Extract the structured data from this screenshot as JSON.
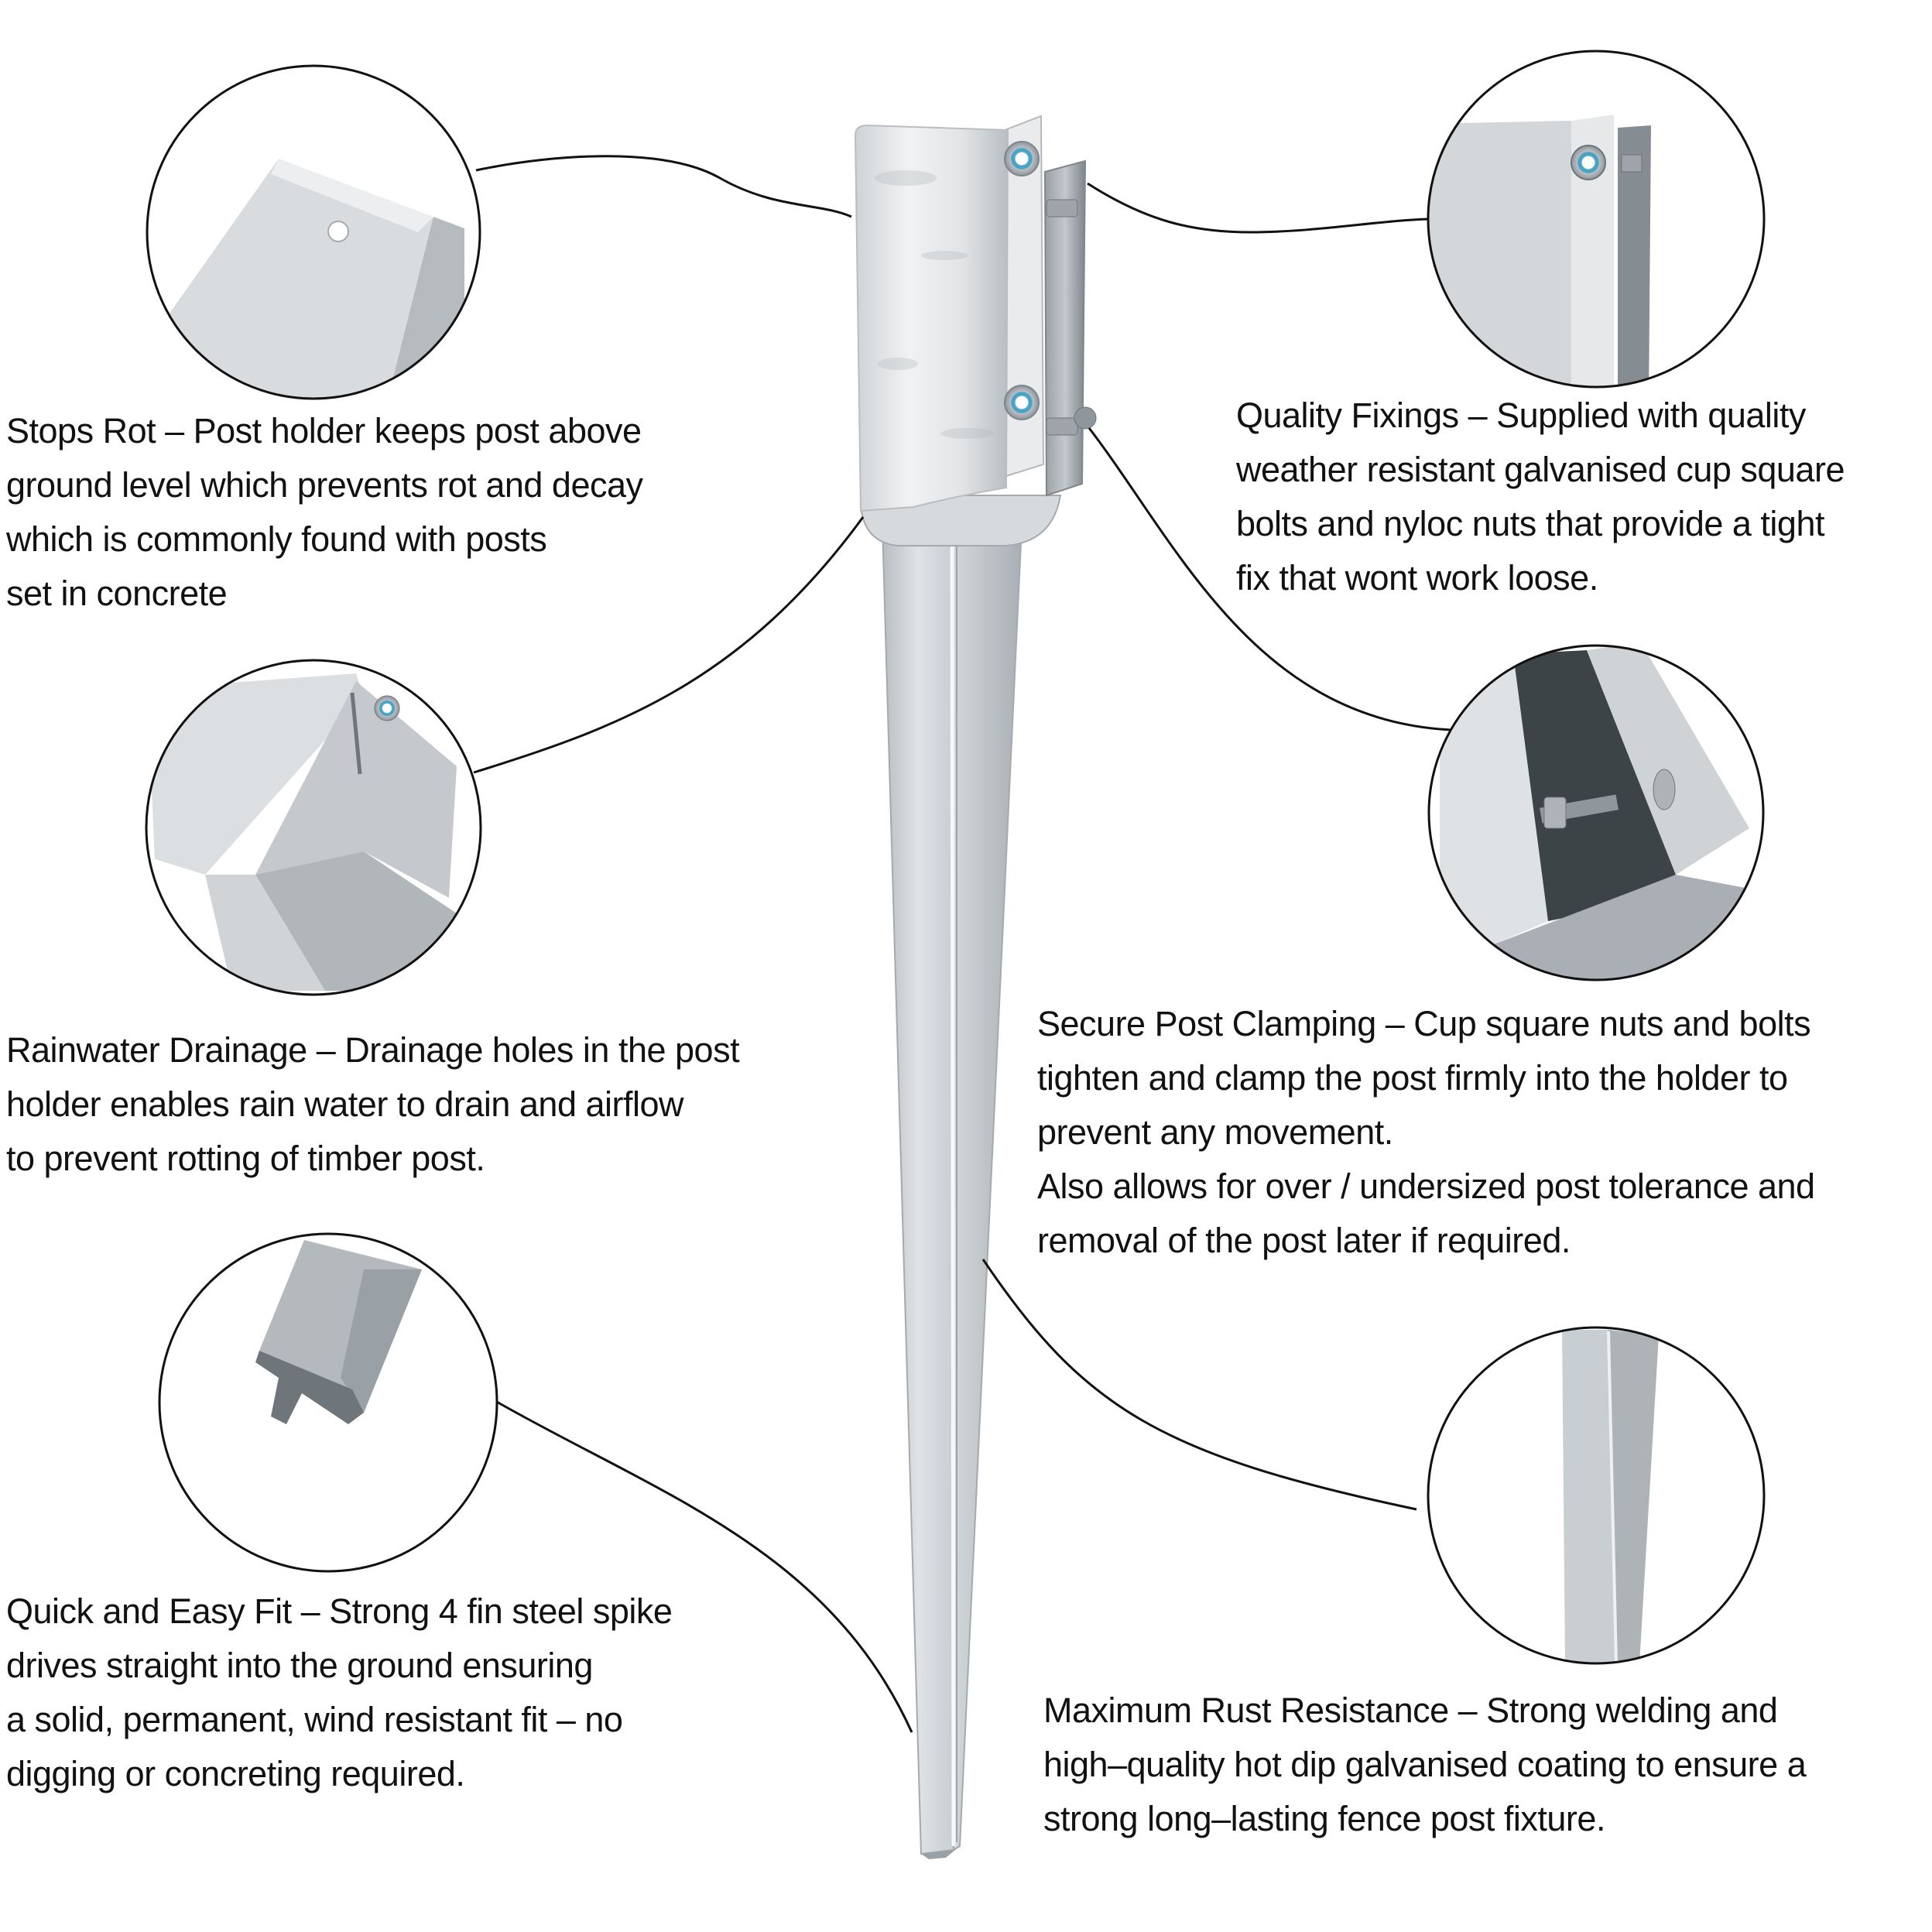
{
  "product": {
    "name": "Galvanised fence post spike with bolt-down post holder",
    "colors": {
      "background": "#ffffff",
      "steel_light": "#e6e8ea",
      "steel_mid": "#c4c8cc",
      "steel_dark": "#8f969c",
      "steel_shadow": "#5c6368",
      "nut_ring": "#4aa3c4",
      "outline": "#111111",
      "text": "#111111"
    }
  },
  "features": [
    {
      "id": "stops-rot",
      "title": "Stops Rot",
      "lines": [
        "Stops Rot – Post holder keeps post above",
        "ground level which prevents rot and decay",
        "which is commonly found with posts",
        "set in concrete"
      ],
      "detail_image": "post-holder-top-with-hole",
      "side": "left"
    },
    {
      "id": "quality-fixings",
      "title": "Quality Fixings",
      "lines": [
        "Quality Fixings – Supplied with quality",
        " weather resistant galvanised cup square",
        " bolts and nyloc nuts that provide a tight",
        "fix that wont work loose."
      ],
      "detail_image": "bolt-and-nyloc-nut-closeup",
      "side": "right"
    },
    {
      "id": "rainwater-drainage",
      "title": "Rainwater Drainage",
      "lines": [
        "Rainwater Drainage – Drainage holes in the post",
        "holder enables rain water to drain and airflow",
        "to prevent rotting of timber post."
      ],
      "detail_image": "drainage-gap-weld-closeup",
      "side": "left"
    },
    {
      "id": "secure-post-clamping",
      "title": "Secure Post Clamping",
      "lines": [
        "Secure Post Clamping – Cup square nuts and bolts",
        "tighten and clamp the post firmly into the holder to",
        "prevent any movement.",
        "Also allows for over / undersized post tolerance and",
        "removal of the post later if required."
      ],
      "detail_image": "clamp-bolt-closeup",
      "side": "right"
    },
    {
      "id": "quick-easy-fit",
      "title": "Quick and Easy Fit",
      "lines": [
        "Quick and Easy Fit – Strong 4 fin steel spike",
        "drives straight into the ground ensuring",
        "a solid, permanent, wind resistant fit – no",
        "digging or concreting required."
      ],
      "detail_image": "four-fin-spike-tip",
      "side": "left"
    },
    {
      "id": "max-rust-resistance",
      "title": "Maximum Rust Resistance",
      "lines": [
        "Maximum Rust Resistance – Strong welding and",
        "high–quality hot dip galvanised coating to ensure a",
        "strong long–lasting fence post fixture."
      ],
      "detail_image": "galvanised-spike-shaft",
      "side": "right"
    }
  ]
}
